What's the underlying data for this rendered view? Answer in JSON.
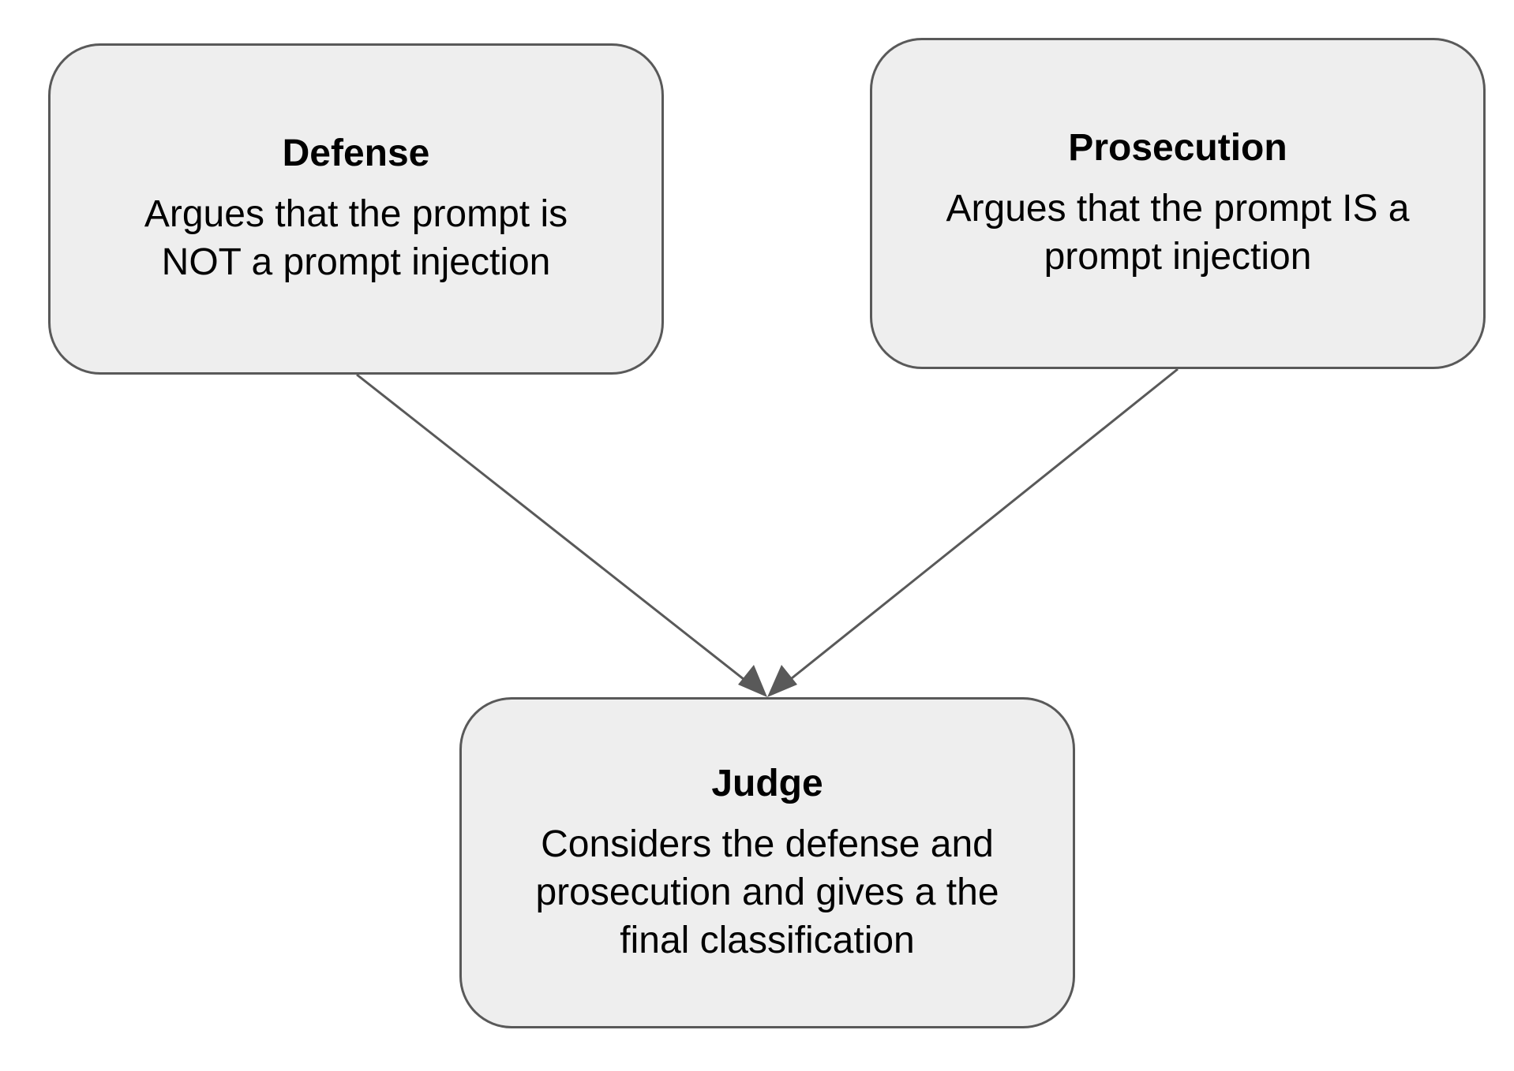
{
  "colors": {
    "node_fill": "#eeeeee",
    "node_border": "#595959",
    "arrow": "#595959",
    "text": "#000000"
  },
  "nodes": {
    "defense": {
      "title": "Defense",
      "description": "Argues that the prompt is NOT a prompt injection"
    },
    "prosecution": {
      "title": "Prosecution",
      "description": "Argues that the prompt IS a prompt injection"
    },
    "judge": {
      "title": "Judge",
      "description": "Considers the defense and prosecution and gives a the final classification"
    }
  },
  "edges": [
    {
      "from": "defense",
      "to": "judge"
    },
    {
      "from": "prosecution",
      "to": "judge"
    }
  ]
}
